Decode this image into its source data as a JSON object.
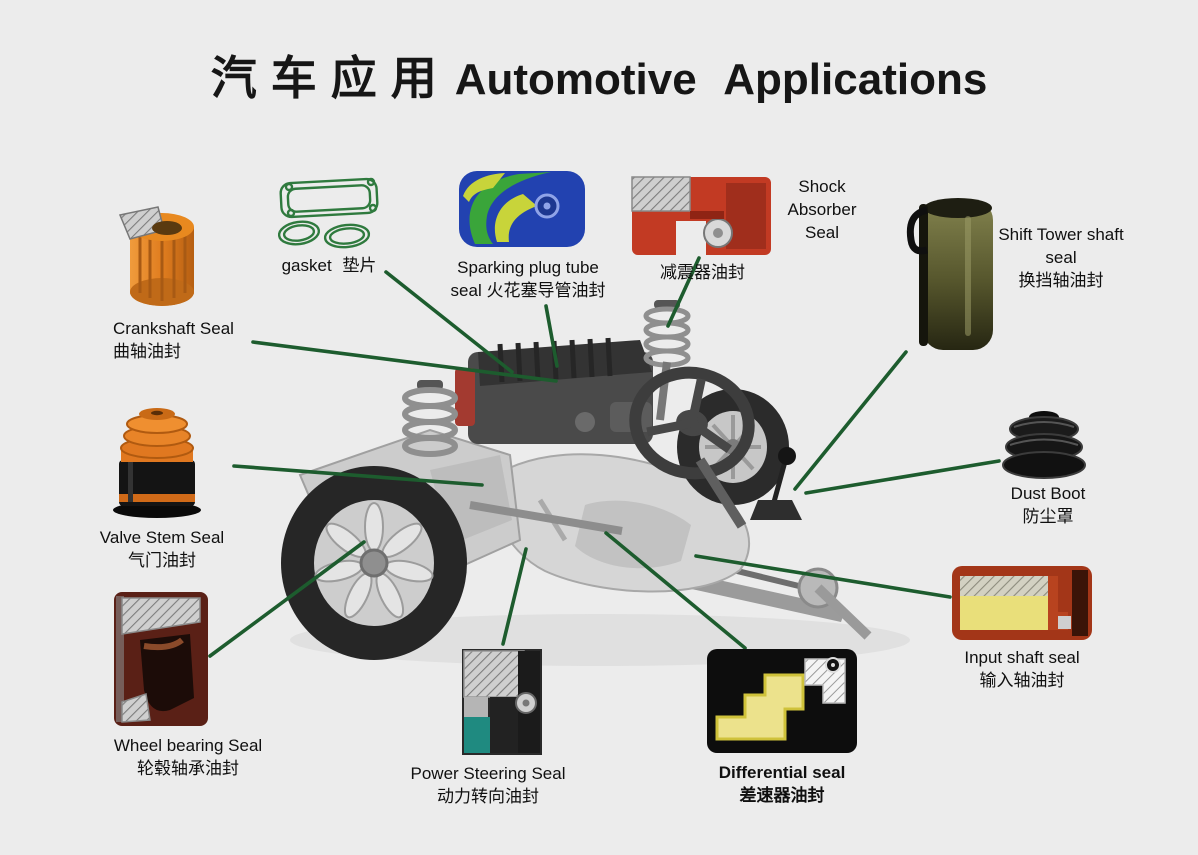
{
  "title": {
    "zh": "汽车应用",
    "en": "Automotive Applications"
  },
  "accent_line_color": "#1d5c2e",
  "background_color": "#ececec",
  "callouts": {
    "gasket": {
      "label": "gasket 垫片"
    },
    "crankshaft_seal": {
      "en": "Crankshaft Seal",
      "zh": "曲轴油封"
    },
    "sparking_plug_tube_seal": {
      "line1": "Sparking plug tube",
      "line2": "seal 火花塞导管油封"
    },
    "shock_absorber_seal": {
      "en": "Shock Absorber Seal",
      "zh": "减震器油封"
    },
    "shift_tower_shaft_seal": {
      "en": "Shift Tower shaft seal",
      "zh": "换挡轴油封"
    },
    "dust_boot": {
      "en": "Dust Boot",
      "zh": "防尘罩"
    },
    "input_shaft_seal": {
      "en": "Input shaft seal",
      "zh": "输入轴油封"
    },
    "differential_seal": {
      "en": "Differential seal",
      "zh": "差速器油封"
    },
    "power_steering_seal": {
      "en": "Power Steering Seal",
      "zh": "动力转向油封"
    },
    "wheel_bearing_seal": {
      "en": "Wheel bearing Seal",
      "zh": "轮毂轴承油封"
    },
    "valve_stem_seal": {
      "en": "Valve Stem Seal",
      "zh": "气门油封"
    }
  }
}
